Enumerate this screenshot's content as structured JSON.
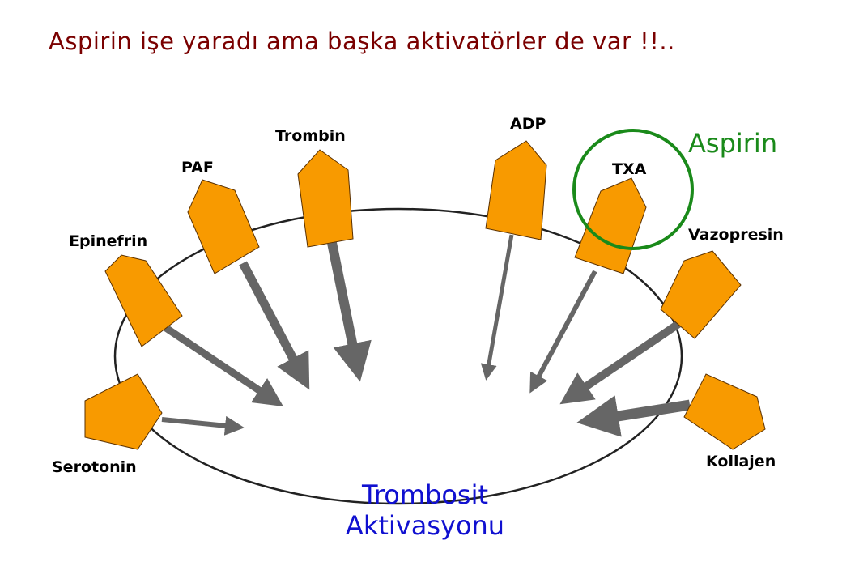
{
  "title": "Aspirin işe yaradı ama başka aktivatörler de var !!..",
  "center_label": {
    "line1": "Trombosit",
    "line2": "Aktivasyonu"
  },
  "inhibitor": {
    "label": "Aspirin",
    "target": "TXA",
    "color": "#1a8a1a"
  },
  "receptors": [
    "Serotonin",
    "Epinefrin",
    "PAF",
    "Trombin",
    "ADP",
    "TXA",
    "Vazopresin",
    "Kollajen"
  ],
  "colors": {
    "receptor": "#f89a00",
    "arrow": "#666666",
    "title": "#7a0000",
    "center": "#1010d0"
  }
}
